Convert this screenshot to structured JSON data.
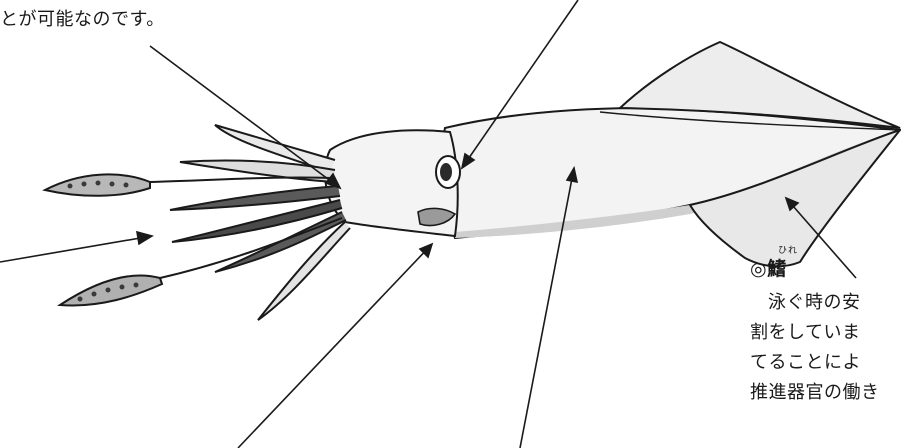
{
  "intro": {
    "line": "とが可能なのです。"
  },
  "fin_caption": {
    "title_mark": "◎",
    "title": "鰭",
    "title_ruby": "ひれ",
    "lines": [
      "泳ぐ時の安",
      "割をしていま",
      "てることによ",
      "推進器官の働き"
    ]
  },
  "colors": {
    "ink": "#1a1a1a",
    "body_fill": "#f2f2f2",
    "shade": "#c8c8c8",
    "dark_shade": "#4a4a4a"
  }
}
